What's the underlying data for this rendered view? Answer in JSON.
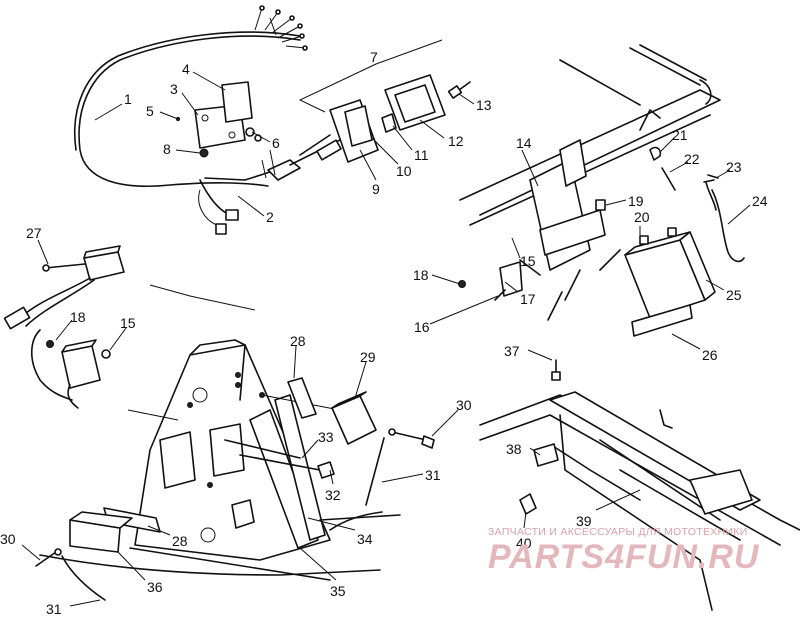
{
  "diagram": {
    "callouts": [
      "1",
      "2",
      "3",
      "4",
      "5",
      "6",
      "7",
      "8",
      "9",
      "10",
      "11",
      "12",
      "13",
      "14",
      "15",
      "16",
      "17",
      "18",
      "19",
      "20",
      "21",
      "22",
      "23",
      "24",
      "25",
      "26",
      "27",
      "18",
      "15",
      "28",
      "29",
      "30",
      "31",
      "32",
      "33",
      "34",
      "35",
      "36",
      "28",
      "30",
      "31",
      "37",
      "38",
      "39",
      "40"
    ]
  },
  "watermark": {
    "tagline": "ЗАПЧАСТИ И АКСЕССУАРЫ ДЛЯ МОТОТЕХНИКИ",
    "logo": "PARTS4FUN.RU"
  }
}
